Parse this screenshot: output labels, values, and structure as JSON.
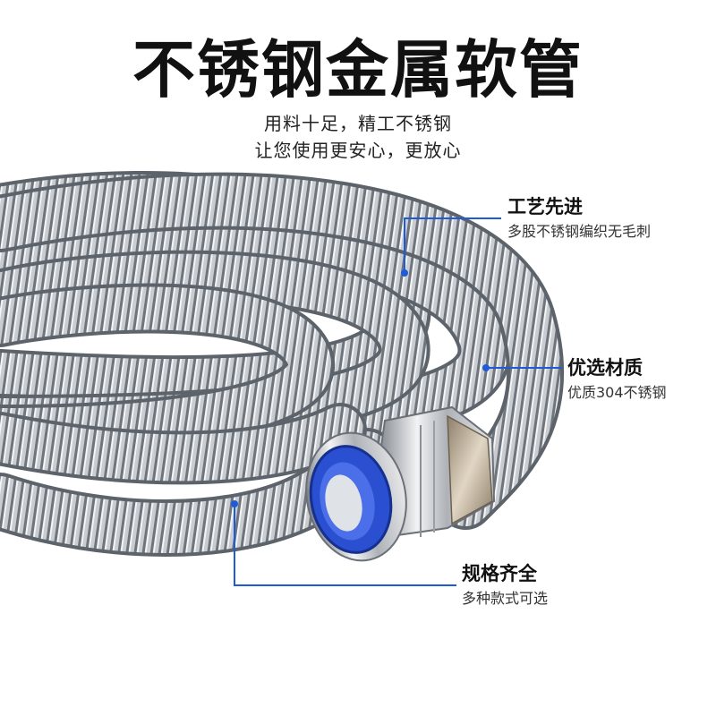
{
  "title": "不锈钢金属软管",
  "subtitle": [
    "用料十足，精工不锈钢",
    "让您使用更安心，更放心"
  ],
  "callouts": [
    {
      "title": "工艺先进",
      "desc": "多股不锈钢编织无毛刺"
    },
    {
      "title": "优选材质",
      "desc": "优质304不锈钢"
    },
    {
      "title": "规格齐全",
      "desc": "多种款式可选"
    }
  ],
  "colors": {
    "accent": "#1f5bd6",
    "steel": "#bfc3c8",
    "liner": "#2a4fd0"
  }
}
